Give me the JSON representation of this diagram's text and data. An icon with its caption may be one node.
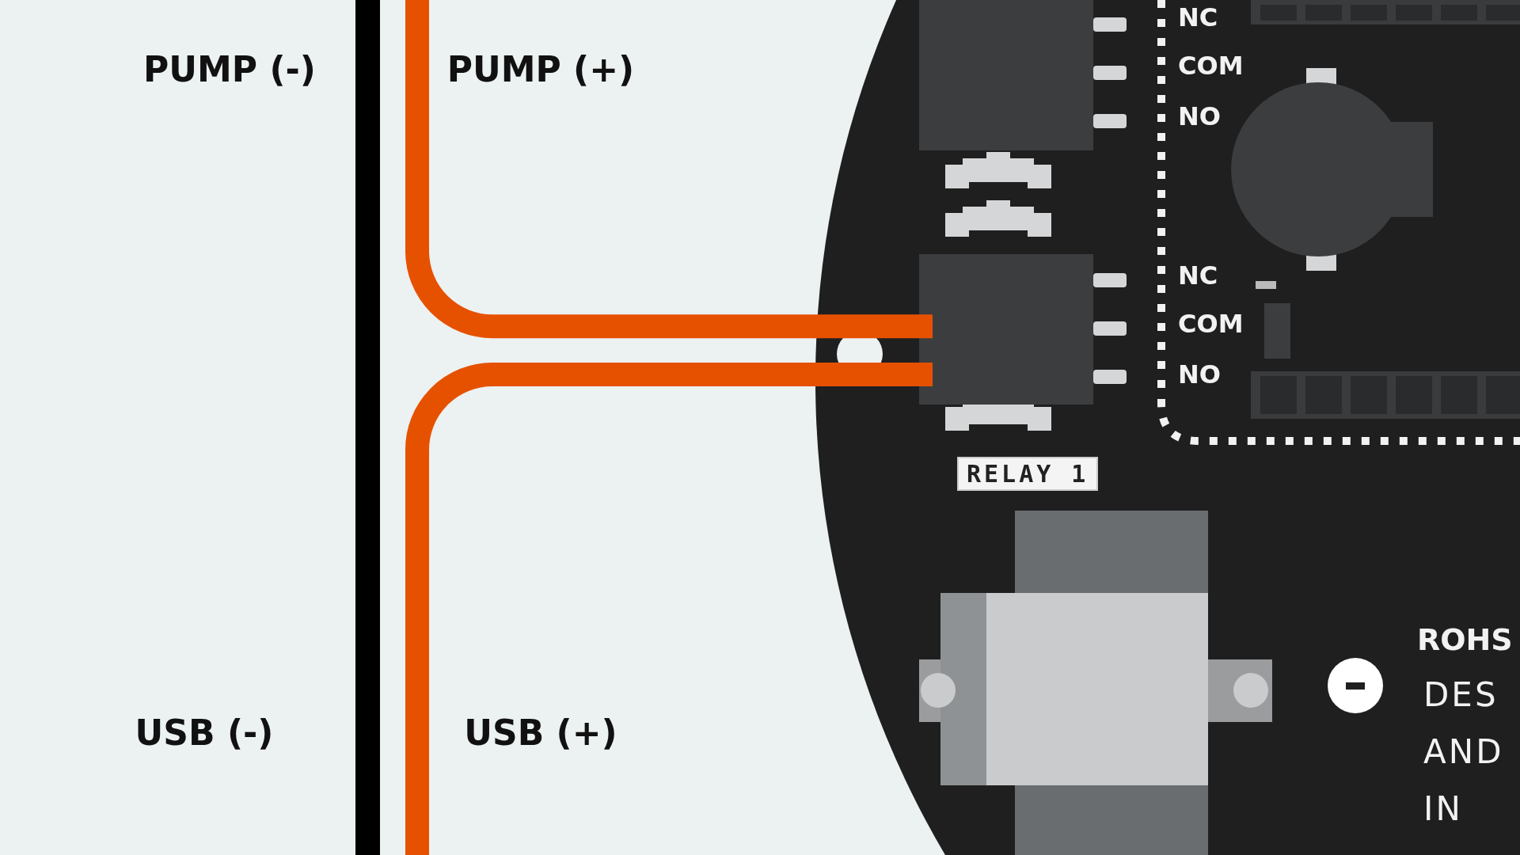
{
  "diagram": {
    "nodes": [
      {
        "text": [],
        "shape": "box"
      },
      {
        "text": [],
        "shape": "box",
        "beside": [
          "RELAY 1"
        ]
      }
    ],
    "edges": [
      {
        "from": null,
        "to": 1,
        "arrow": "none"
      },
      {
        "from": 1,
        "to": null,
        "arrow": "none"
      }
    ],
    "labels": [
      "PUMP (-)",
      "PUMP (+)",
      "NC",
      "COM",
      "NO",
      "NC",
      "COM",
      "NO",
      "USB (-)",
      "USB (+)",
      "ROHS",
      "DES",
      "AND",
      "IN"
    ]
  }
}
